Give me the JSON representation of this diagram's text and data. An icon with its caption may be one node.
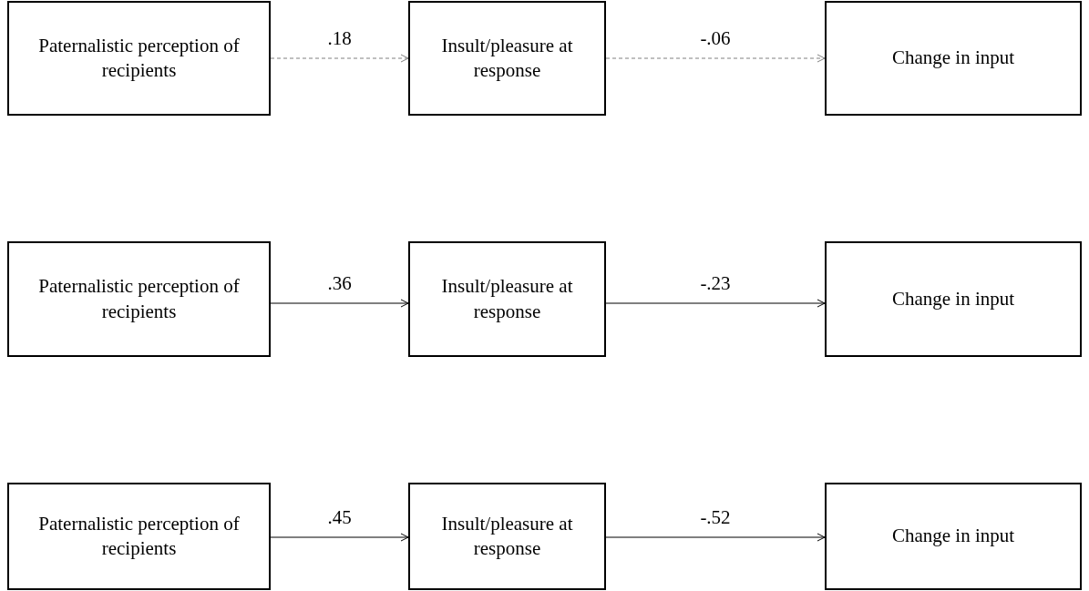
{
  "diagram": {
    "nodes": [
      {
        "text": [
          "Paternalistic perception of recipients"
        ]
      },
      {
        "text": [
          "Insult/pleasure at response"
        ]
      },
      {
        "text": [
          "Change in input"
        ]
      },
      {
        "text": [
          "Paternalistic perception of recipients"
        ]
      },
      {
        "text": [
          "Insult/pleasure at response"
        ]
      },
      {
        "text": [
          "Change in input"
        ]
      },
      {
        "text": [
          "Paternalistic perception of recipients"
        ]
      },
      {
        "text": [
          "Insult/pleasure at response"
        ]
      },
      {
        "text": [
          "Change in input"
        ]
      }
    ],
    "edges": [
      {
        "from": 0,
        "to": 1,
        "arrow": "to",
        "label": ".18",
        "style": "dashed",
        "color": "#808080"
      },
      {
        "from": 1,
        "to": 2,
        "arrow": "to",
        "label": "-.06",
        "style": "dashed",
        "color": "#808080"
      },
      {
        "from": 3,
        "to": 4,
        "arrow": "to",
        "label": ".36"
      },
      {
        "from": 4,
        "to": 5,
        "arrow": "to",
        "label": "-.23"
      },
      {
        "from": 6,
        "to": 7,
        "arrow": "to",
        "label": ".45"
      },
      {
        "from": 7,
        "to": 8,
        "arrow": "to",
        "label": "-.52"
      }
    ]
  }
}
